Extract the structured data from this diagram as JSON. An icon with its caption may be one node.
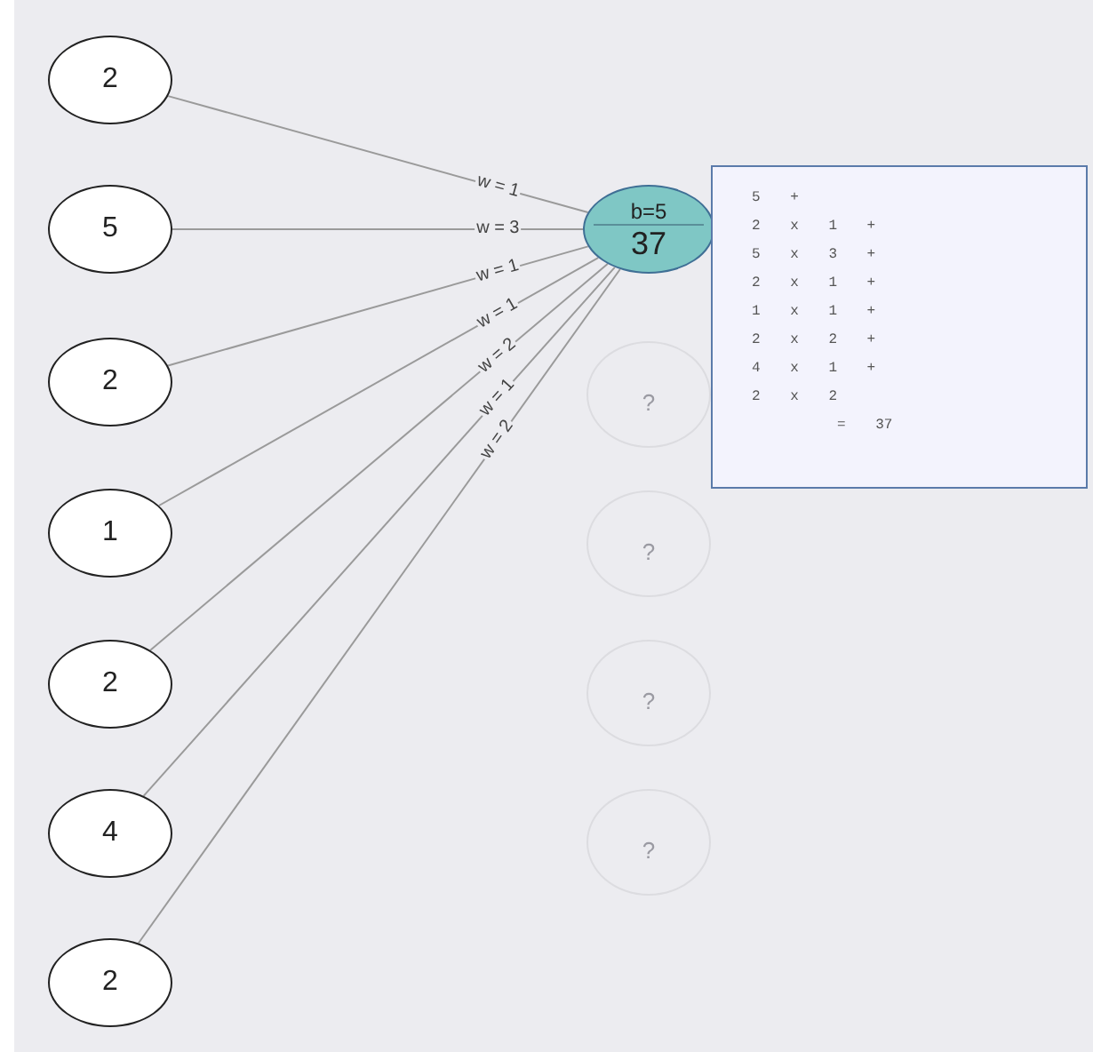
{
  "diagram": {
    "nodes": [
      {
        "text": [
          "2"
        ]
      },
      {
        "text": [
          "5"
        ]
      },
      {
        "text": [
          "2"
        ]
      },
      {
        "text": [
          "1"
        ]
      },
      {
        "text": [
          "2"
        ]
      },
      {
        "text": [
          "4"
        ]
      },
      {
        "text": [
          "2"
        ]
      },
      {
        "text": [
          "b=5",
          "37"
        ]
      },
      {
        "text": [
          "?"
        ]
      },
      {
        "text": [
          "?"
        ]
      },
      {
        "text": [
          "?"
        ]
      },
      {
        "text": [
          "?"
        ]
      },
      {
        "text": [
          "5 +",
          "2 x 1 +",
          "5 x 3 +",
          "2 x 1 +",
          "1 x 1 +",
          "2 x 2 +",
          "4 x 1 +",
          "2 x 2",
          "= 37"
        ]
      }
    ],
    "edges": [
      {
        "from": 0,
        "to": 7,
        "arrow": "none",
        "label": "w = 1"
      },
      {
        "from": 1,
        "to": 7,
        "arrow": "none",
        "label": "w = 3"
      },
      {
        "from": 2,
        "to": 7,
        "arrow": "none",
        "label": "w = 1"
      },
      {
        "from": 3,
        "to": 7,
        "arrow": "none",
        "label": "w = 1"
      },
      {
        "from": 4,
        "to": 7,
        "arrow": "none",
        "label": "w = 2"
      },
      {
        "from": 5,
        "to": 7,
        "arrow": "none",
        "label": "w = 1"
      },
      {
        "from": 6,
        "to": 7,
        "arrow": "none",
        "label": "w = 2"
      }
    ]
  }
}
